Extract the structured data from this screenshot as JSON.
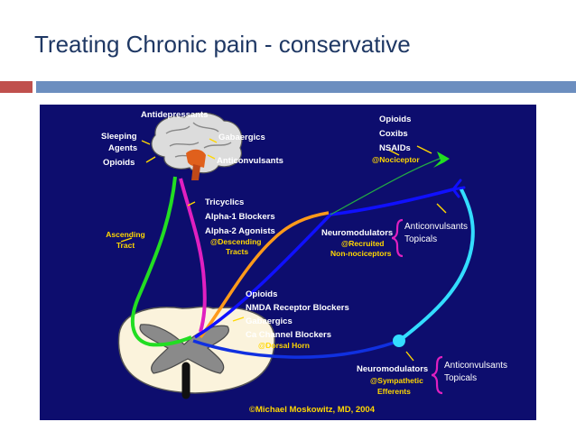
{
  "slide": {
    "title": "Treating Chronic pain  - conservative",
    "accent_red": "#c0504d",
    "accent_blue": "#6c8ebf"
  },
  "diagram": {
    "brain_top": "Antidepressants",
    "brain_left_1": "Sleeping",
    "brain_left_2": "Agents",
    "brain_left_3": "Opioids",
    "brain_right_1": "Gabaergics",
    "brain_right_2": "Anticonvulsants",
    "descending_1": "Tricyclics",
    "descending_2": "Alpha-1 Blockers",
    "descending_3": "Alpha-2 Agonists",
    "descending_tag_1": "@Descending",
    "descending_tag_2": "Tracts",
    "ascending_1": "Ascending",
    "ascending_2": "Tract",
    "nociceptor_1": "Opioids",
    "nociceptor_2": "Coxibs",
    "nociceptor_3": "NSAIDs",
    "nociceptor_tag": "@Nociceptor",
    "neuro_recruited": "Neuromodulators",
    "neuro_recruited_tag_1": "@Recruited",
    "neuro_recruited_tag_2": "Non-nociceptors",
    "topicals_top_1": "Anticonvulsants",
    "topicals_top_2": "Topicals",
    "dorsal_1": "Opioids",
    "dorsal_2": "NMDA Receptor Blockers",
    "dorsal_3": "Gabaergics",
    "dorsal_4": "Ca Channel Blockers",
    "dorsal_tag": "@Dorsal Horn",
    "neuro_sympathetic": "Neuromodulators",
    "sympathetic_tag_1": "@Sympathetic",
    "sympathetic_tag_2": "Efferents",
    "topicals_bottom_1": "Anticonvulsants",
    "topicals_bottom_2": "Topicals",
    "copyright": "©Michael Moskowitz, MD, 2004"
  },
  "colors": {
    "background": "#0d0d6e",
    "ascending": "#22dd22",
    "descending": "#e020c0",
    "recruited": "#ff9a1a",
    "nociceptor": "#1010ff",
    "sympathetic": "#33ddff",
    "label_yellow": "#ffd700"
  }
}
